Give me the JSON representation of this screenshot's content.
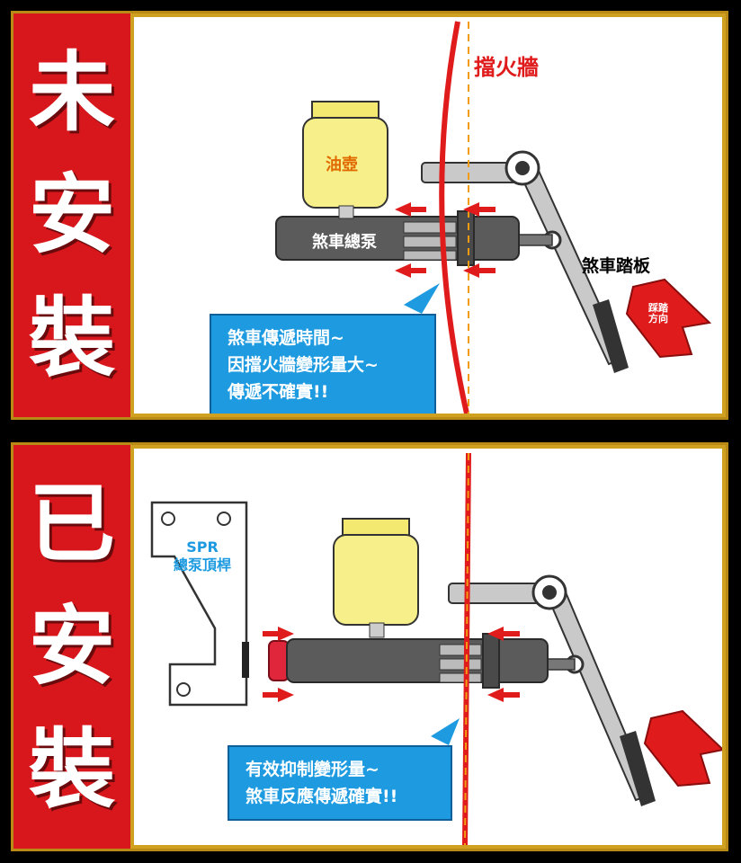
{
  "top_panel": {
    "side_chars": [
      "未",
      "安",
      "裝"
    ],
    "firewall_label": "擋火牆",
    "reservoir_label": "油壺",
    "master_cylinder_label": "煞車總泵",
    "pedal_label": "煞車踏板",
    "direction_label": [
      "踩踏",
      "方向"
    ],
    "callout_lines": [
      "煞車傳遞時間~",
      "因擋火牆變形量大~",
      "傳遞不確實!!"
    ]
  },
  "bottom_panel": {
    "side_chars": [
      "已",
      "安",
      "裝"
    ],
    "bracket_label": [
      "SPR",
      "總泵頂桿"
    ],
    "callout_lines": [
      "有效抑制變形量~",
      "煞車反應傳遞確實!!"
    ]
  },
  "colors": {
    "side_red": "#d7171c",
    "callout_blue": "#1e9be0",
    "frame_gold": "#d0a020",
    "arrow_red": "#e01b1b",
    "reservoir_yellow": "#f7f08a",
    "cylinder_grey": "#5b5b5b"
  }
}
